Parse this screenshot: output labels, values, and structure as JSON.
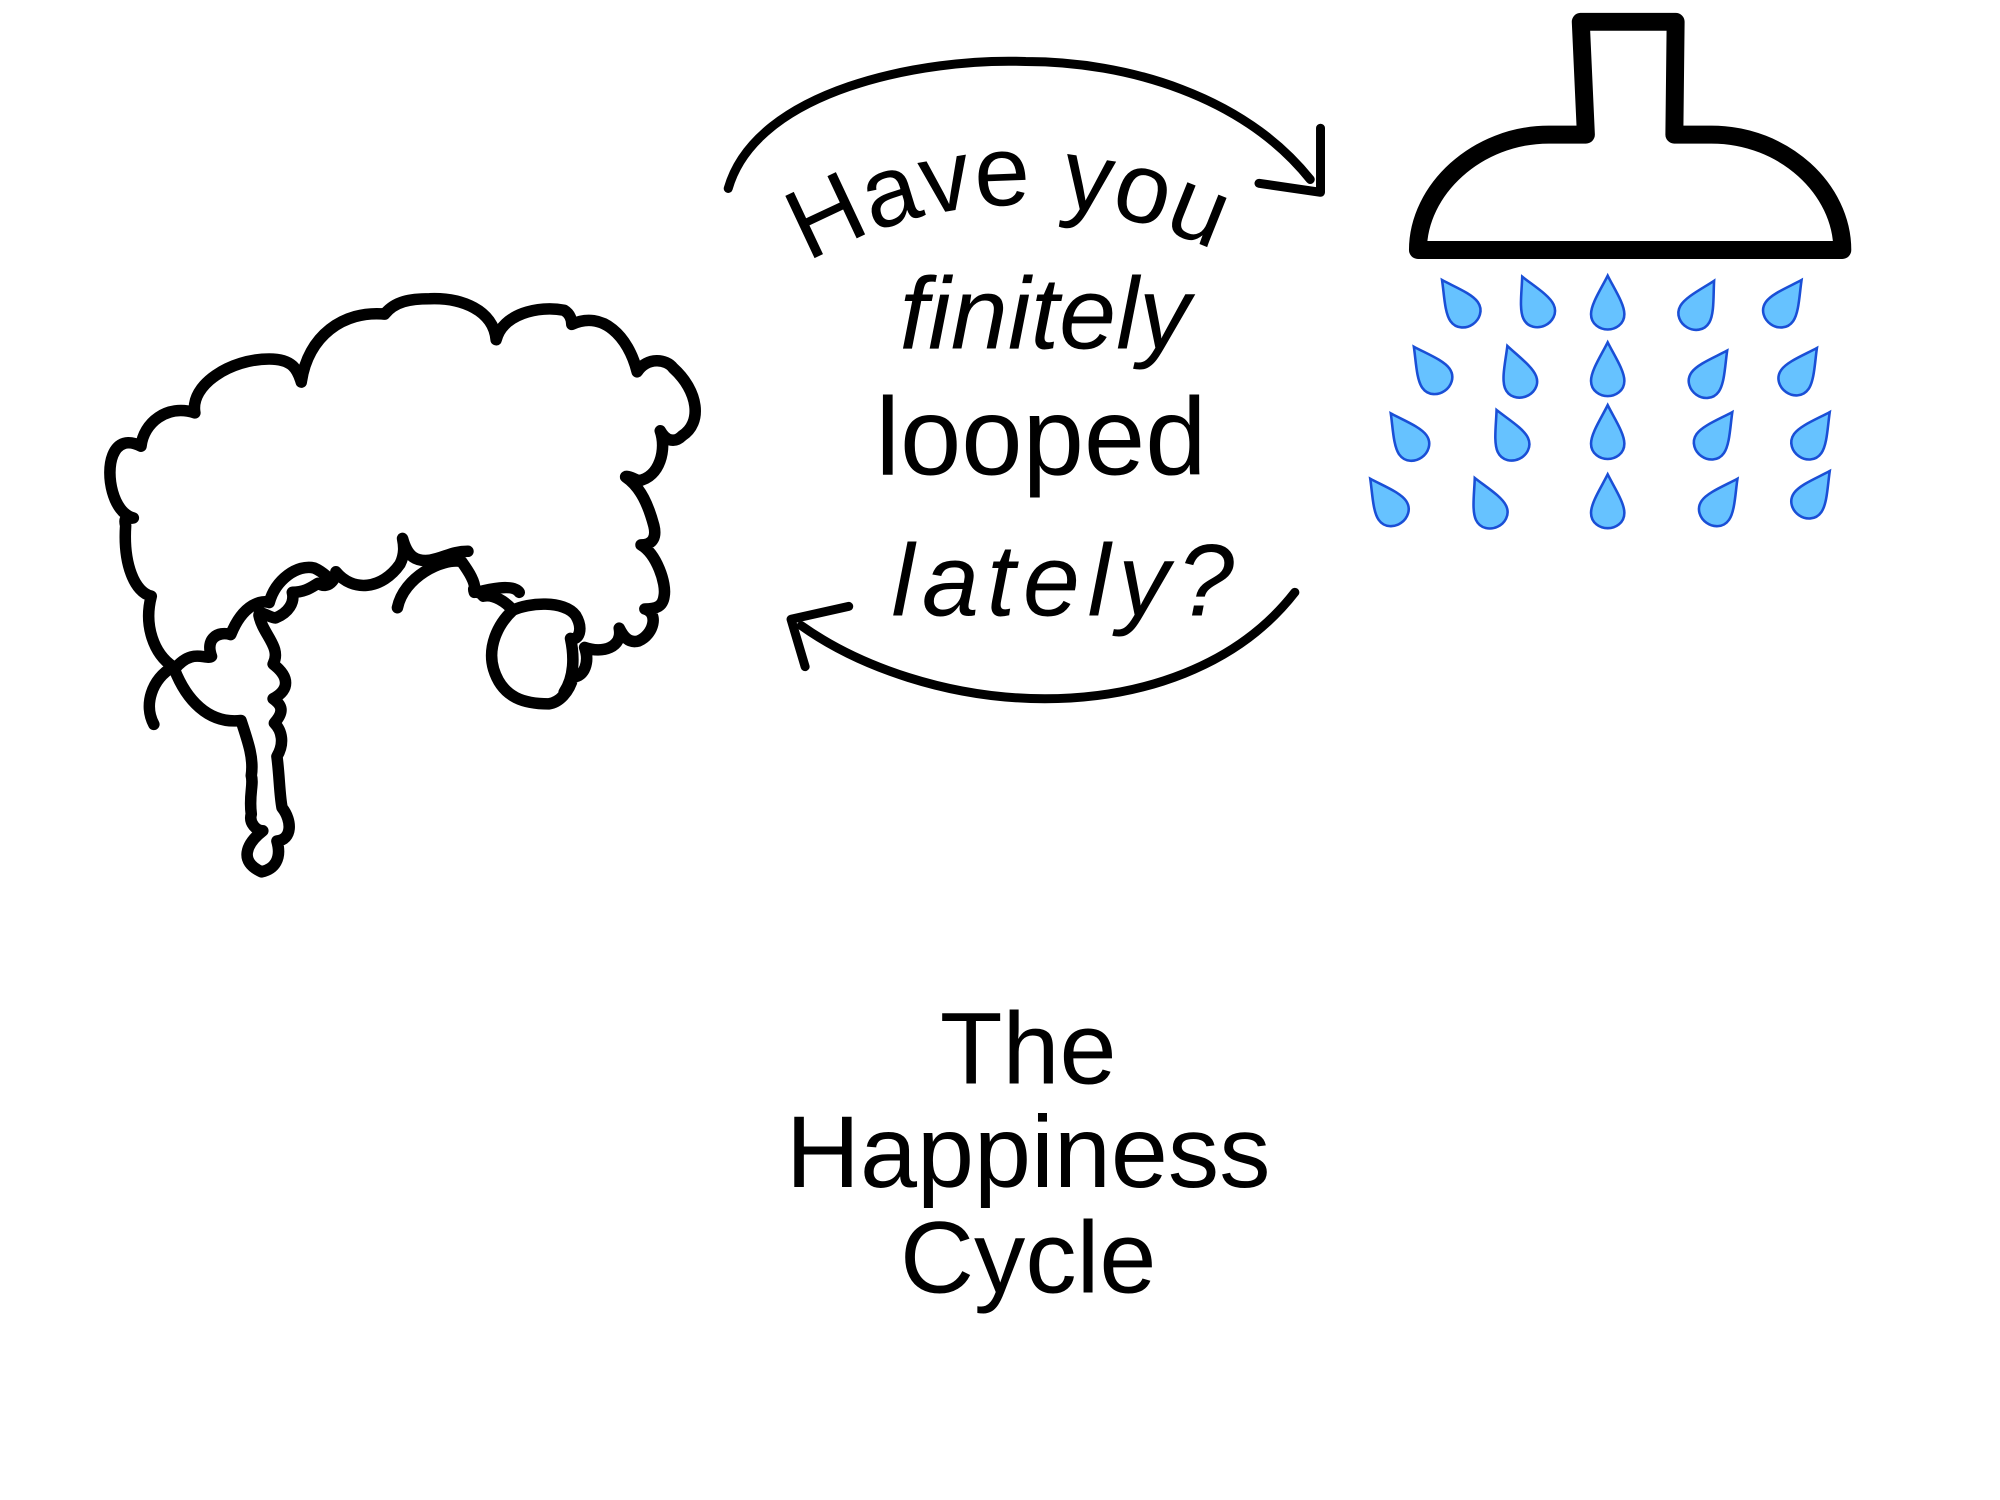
{
  "bubble": {
    "line1": "Have you",
    "line2": "finitely",
    "line3": "looped",
    "line4": "lately?"
  },
  "title": {
    "line1": "The",
    "line2": "Happiness",
    "line3": "Cycle"
  },
  "colors": {
    "ink": "#000000",
    "water_fill": "#66c2ff",
    "water_stroke": "#1a4fd6"
  },
  "icons": [
    "lather-cloud-icon",
    "shower-head-icon",
    "water-drops-icon",
    "cycle-arrow-icon"
  ]
}
